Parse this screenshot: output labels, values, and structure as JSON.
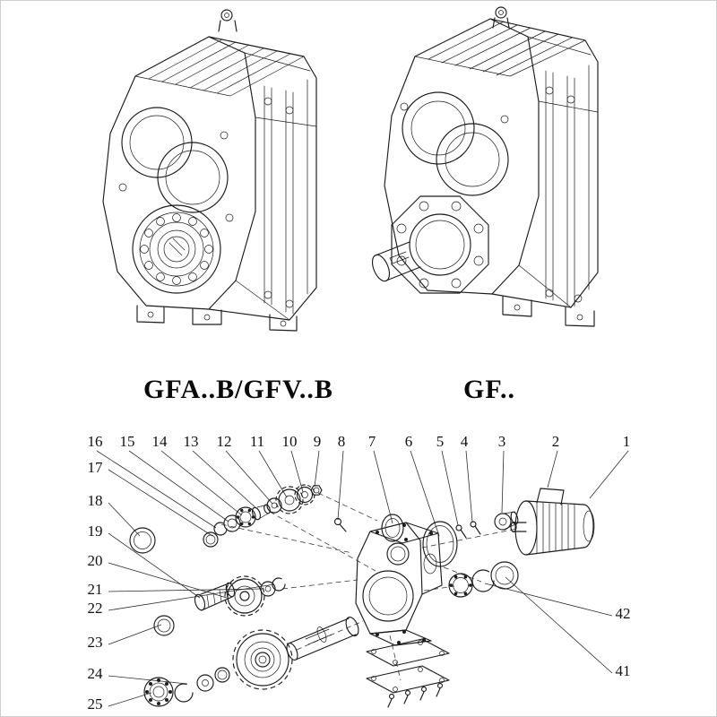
{
  "page": {
    "background": "#ffffff",
    "border_color": "#cfcfcf",
    "line_color": "#1c1c1c"
  },
  "models": [
    {
      "label": "GFA..B/GFV..B"
    },
    {
      "label": "GF.."
    }
  ],
  "exploded_view": {
    "callouts_top": [
      "16",
      "15",
      "14",
      "13",
      "12",
      "11",
      "10",
      "9",
      "8",
      "7",
      "6",
      "5",
      "4",
      "3",
      "2",
      "1"
    ],
    "callouts_left": [
      "17",
      "18",
      "19",
      "20",
      "21",
      "22",
      "23",
      "24",
      "25"
    ],
    "callouts_right": [
      "42",
      "41"
    ]
  }
}
